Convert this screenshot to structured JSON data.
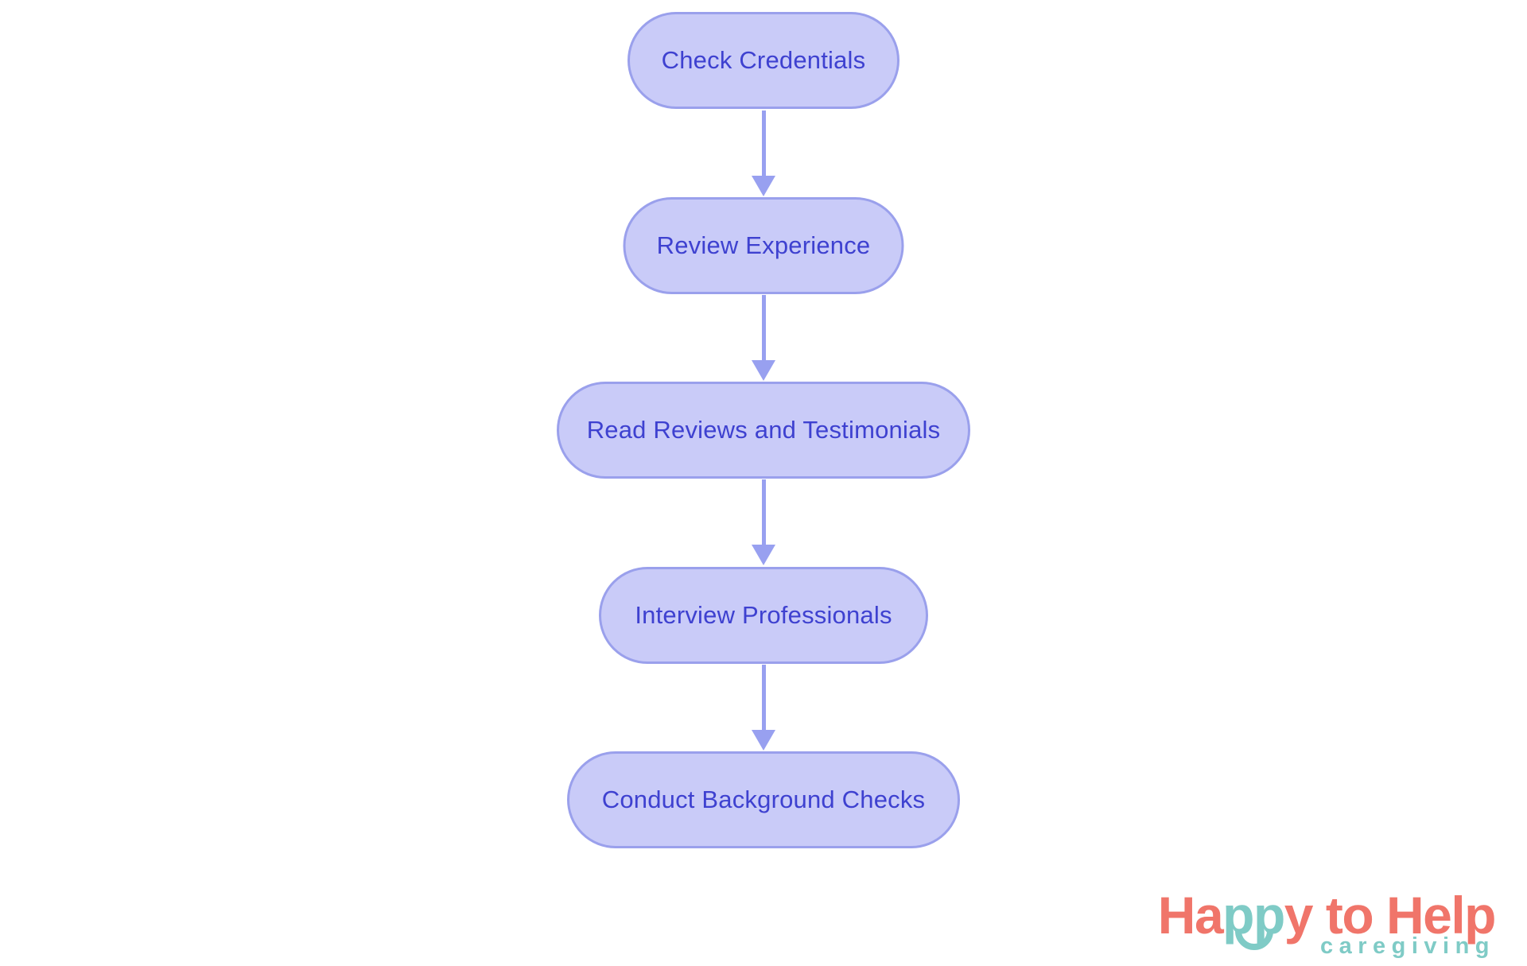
{
  "flowchart": {
    "steps": [
      {
        "label": "Check Credentials"
      },
      {
        "label": "Review Experience"
      },
      {
        "label": "Read Reviews and Testimonials"
      },
      {
        "label": "Interview Professionals"
      },
      {
        "label": "Conduct Background Checks"
      }
    ],
    "colors": {
      "node_fill": "#c9cbf8",
      "node_border": "#9aa0ec",
      "node_text": "#3e41d0",
      "arrow": "#98a0f0"
    }
  },
  "logo": {
    "wordmark_part1": "Ha",
    "wordmark_part2": "pp",
    "wordmark_part3": "y to Help",
    "tagline": "caregiving",
    "colors": {
      "coral": "#f0756a",
      "teal": "#7fcbc6"
    }
  }
}
